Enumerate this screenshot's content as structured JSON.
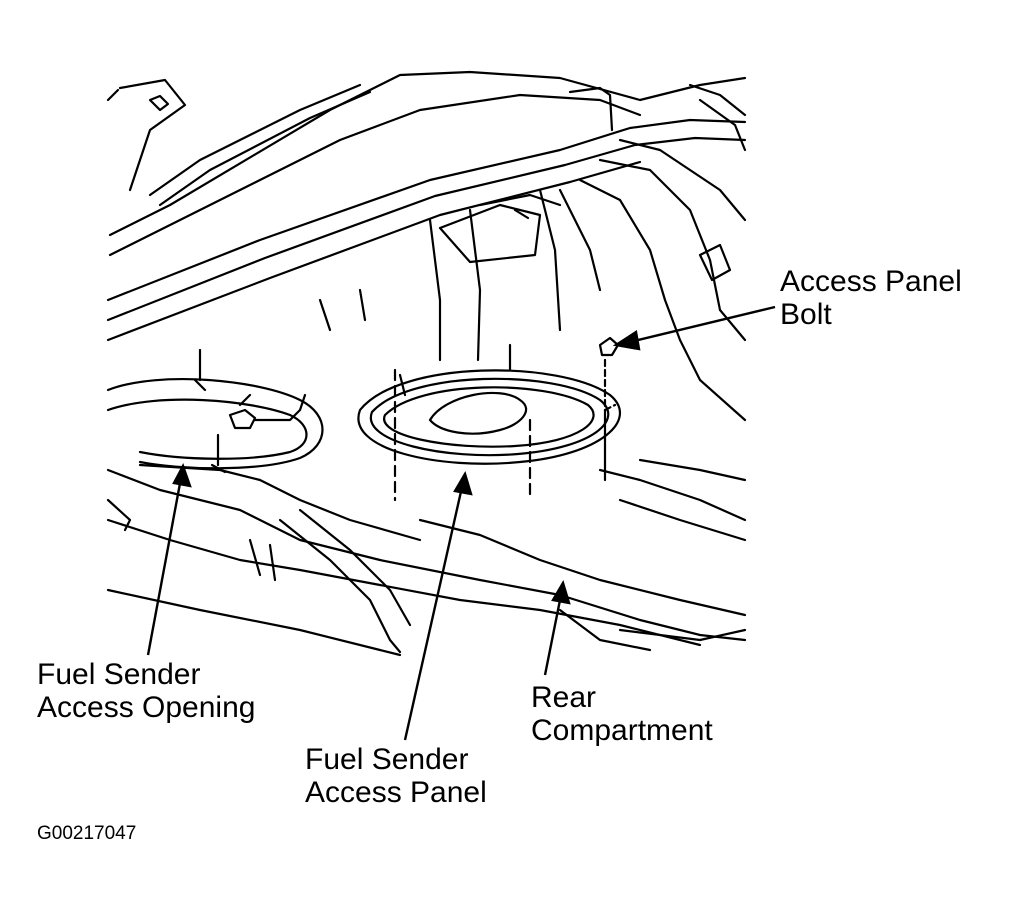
{
  "labels": {
    "access_panel_bolt": [
      "Access Panel",
      "Bolt"
    ],
    "fuel_sender_access_opening": [
      "Fuel Sender",
      "Access Opening"
    ],
    "fuel_sender_access_panel": [
      "Fuel Sender",
      "Access Panel"
    ],
    "rear_compartment": [
      "Rear",
      "Compartment"
    ]
  },
  "figure_code": "G00217047",
  "colors": {
    "line": "#000000",
    "background": "#ffffff"
  }
}
